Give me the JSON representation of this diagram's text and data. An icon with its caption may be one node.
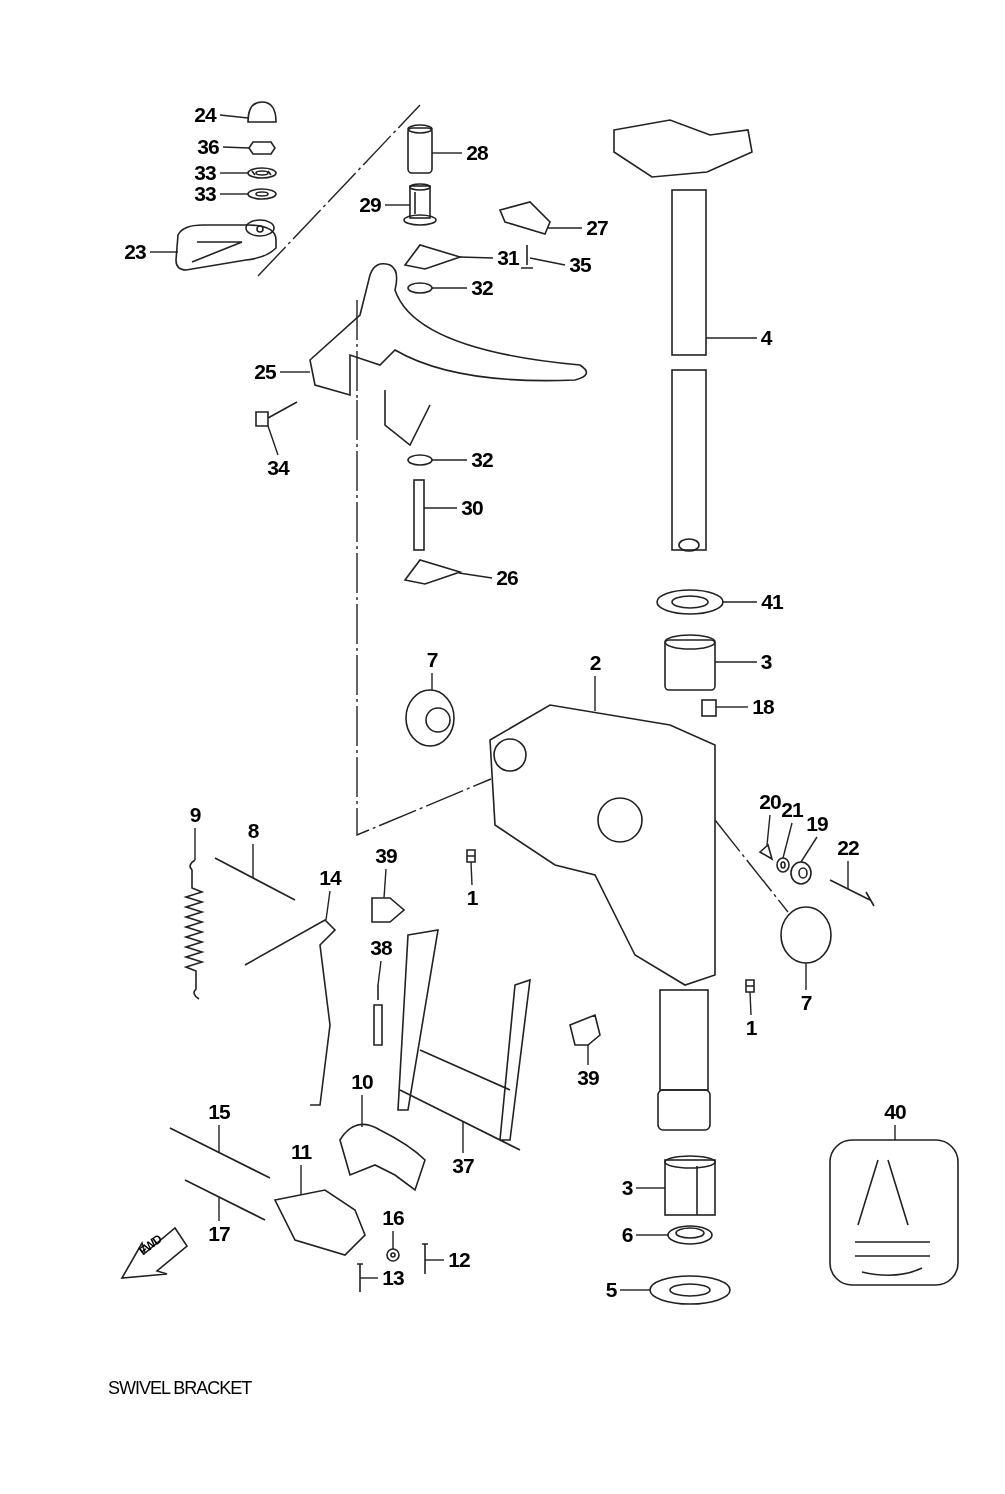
{
  "diagram": {
    "title": "SWIVEL BRACKET",
    "nodes": [
      {
        "text": [
          "24"
        ]
      },
      {
        "text": [
          "36"
        ]
      },
      {
        "text": [
          "28"
        ]
      },
      {
        "text": [
          "33"
        ]
      },
      {
        "text": [
          "29"
        ]
      },
      {
        "text": [
          "33"
        ]
      },
      {
        "text": [
          "27"
        ]
      },
      {
        "text": [
          "23"
        ]
      },
      {
        "text": [
          "31"
        ]
      },
      {
        "text": [
          "35"
        ]
      },
      {
        "text": [
          "32"
        ]
      },
      {
        "text": [
          "4"
        ]
      },
      {
        "text": [
          "25"
        ]
      },
      {
        "text": [
          "34"
        ]
      },
      {
        "text": [
          "32"
        ]
      },
      {
        "text": [
          "30"
        ]
      },
      {
        "text": [
          "26"
        ]
      },
      {
        "text": [
          "41"
        ]
      },
      {
        "text": [
          "7"
        ]
      },
      {
        "text": [
          "2"
        ]
      },
      {
        "text": [
          "3"
        ]
      },
      {
        "text": [
          "18"
        ]
      },
      {
        "text": [
          "20"
        ]
      },
      {
        "text": [
          "21"
        ]
      },
      {
        "text": [
          "9"
        ]
      },
      {
        "text": [
          "19"
        ]
      },
      {
        "text": [
          "8"
        ]
      },
      {
        "text": [
          "22"
        ]
      },
      {
        "text": [
          "39"
        ]
      },
      {
        "text": [
          "14"
        ]
      },
      {
        "text": [
          "1"
        ]
      },
      {
        "text": [
          "38"
        ]
      },
      {
        "text": [
          "7"
        ]
      },
      {
        "text": [
          "1"
        ]
      },
      {
        "text": [
          "39"
        ]
      },
      {
        "text": [
          "10"
        ]
      },
      {
        "text": [
          "15"
        ]
      },
      {
        "text": [
          "40"
        ]
      },
      {
        "text": [
          "11"
        ]
      },
      {
        "text": [
          "37"
        ]
      },
      {
        "text": [
          "3"
        ]
      },
      {
        "text": [
          "16"
        ]
      },
      {
        "text": [
          "17"
        ]
      },
      {
        "text": [
          "6"
        ]
      },
      {
        "text": [
          "12"
        ]
      },
      {
        "text": [
          "13"
        ]
      },
      {
        "text": [
          "5"
        ]
      },
      {
        "text": [],
        "shape": "picture"
      },
      {
        "text": [],
        "shape": "picture"
      },
      {
        "text": [],
        "shape": "picture"
      },
      {
        "text": [],
        "shape": "picture"
      },
      {
        "text": [],
        "shape": "picture"
      },
      {
        "text": [],
        "shape": "picture"
      },
      {
        "text": [],
        "shape": "picture"
      },
      {
        "text": [],
        "shape": "picture"
      },
      {
        "text": [],
        "shape": "picture"
      },
      {
        "text": [],
        "shape": "picture"
      },
      {
        "text": [],
        "shape": "picture"
      },
      {
        "text": [],
        "shape": "picture"
      },
      {
        "text": [],
        "shape": "picture"
      },
      {
        "text": [],
        "shape": "picture"
      },
      {
        "text": [],
        "shape": "picture"
      },
      {
        "text": [],
        "shape": "picture"
      },
      {
        "text": [],
        "shape": "picture"
      },
      {
        "text": [],
        "shape": "picture"
      },
      {
        "text": [],
        "shape": "picture"
      },
      {
        "text": [],
        "shape": "picture"
      },
      {
        "text": [],
        "shape": "picture"
      },
      {
        "text": [],
        "shape": "picture"
      },
      {
        "text": [],
        "shape": "picture"
      },
      {
        "text": [],
        "shape": "picture"
      },
      {
        "text": [],
        "shape": "picture"
      },
      {
        "text": [],
        "shape": "picture"
      },
      {
        "text": [],
        "shape": "picture"
      },
      {
        "text": [],
        "shape": "picture"
      },
      {
        "text": [],
        "shape": "picture"
      },
      {
        "text": [],
        "shape": "picture"
      },
      {
        "text": [],
        "shape": "picture"
      },
      {
        "text": [],
        "shape": "picture"
      },
      {
        "text": [],
        "shape": "picture"
      },
      {
        "text": [],
        "shape": "picture"
      },
      {
        "text": [],
        "shape": "picture"
      },
      {
        "text": [],
        "shape": "picture"
      },
      {
        "text": [],
        "shape": "picture"
      },
      {
        "text": [],
        "shape": "picture"
      },
      {
        "text": [],
        "shape": "picture"
      },
      {
        "text": [],
        "shape": "picture"
      },
      {
        "text": [],
        "shape": "picture"
      },
      {
        "text": [],
        "shape": "picture"
      },
      {
        "text": [],
        "shape": "picture"
      },
      {
        "text": [],
        "shape": "picture"
      },
      {
        "text": [],
        "shape": "picture"
      },
      {
        "text": [],
        "shape": "picture"
      },
      {
        "text": [],
        "shape": "picture"
      }
    ],
    "edges": [
      {
        "from": 0,
        "to": 47,
        "arrow": "none"
      },
      {
        "from": 1,
        "to": 48,
        "arrow": "none"
      },
      {
        "from": 2,
        "to": 49,
        "arrow": "none"
      },
      {
        "from": 3,
        "to": 50,
        "arrow": "none"
      },
      {
        "from": 4,
        "to": 51,
        "arrow": "none"
      },
      {
        "from": 5,
        "to": 52,
        "arrow": "none"
      },
      {
        "from": 6,
        "to": 53,
        "arrow": "none"
      },
      {
        "from": 7,
        "to": 54,
        "arrow": "none"
      },
      {
        "from": 8,
        "to": 55,
        "arrow": "none"
      },
      {
        "from": 9,
        "to": 56,
        "arrow": "none"
      },
      {
        "from": 10,
        "to": 57,
        "arrow": "none"
      },
      {
        "from": 11,
        "to": 58,
        "arrow": "none"
      },
      {
        "from": 12,
        "to": 59,
        "arrow": "none"
      },
      {
        "from": 13,
        "to": 60,
        "arrow": "none"
      },
      {
        "from": 14,
        "to": 61,
        "arrow": "none"
      },
      {
        "from": 15,
        "to": 62,
        "arrow": "none"
      },
      {
        "from": 16,
        "to": 63,
        "arrow": "none"
      },
      {
        "from": 17,
        "to": 64,
        "arrow": "none"
      },
      {
        "from": 18,
        "to": 65,
        "arrow": "none"
      },
      {
        "from": 19,
        "to": 66,
        "arrow": "none"
      },
      {
        "from": 20,
        "to": 67,
        "arrow": "none"
      },
      {
        "from": 21,
        "to": 68,
        "arrow": "none"
      },
      {
        "from": 22,
        "to": 69,
        "arrow": "none"
      },
      {
        "from": 23,
        "to": 70,
        "arrow": "none"
      },
      {
        "from": 24,
        "to": 71,
        "arrow": "none"
      },
      {
        "from": 25,
        "to": 72,
        "arrow": "none"
      },
      {
        "from": 26,
        "to": 73,
        "arrow": "none"
      },
      {
        "from": 27,
        "to": 74,
        "arrow": "none"
      },
      {
        "from": 28,
        "to": 75,
        "arrow": "none"
      },
      {
        "from": 29,
        "to": 76,
        "arrow": "none"
      },
      {
        "from": 30,
        "to": 77,
        "arrow": "none"
      },
      {
        "from": 31,
        "to": 78,
        "arrow": "none"
      },
      {
        "from": 32,
        "to": 79,
        "arrow": "none"
      },
      {
        "from": 33,
        "to": 80,
        "arrow": "none"
      },
      {
        "from": 34,
        "to": 81,
        "arrow": "none"
      },
      {
        "from": 35,
        "to": 82,
        "arrow": "none"
      },
      {
        "from": 36,
        "to": 83,
        "arrow": "none"
      },
      {
        "from": 37,
        "to": 84,
        "arrow": "none"
      },
      {
        "from": 38,
        "to": 85,
        "arrow": "none"
      },
      {
        "from": 39,
        "to": 86,
        "arrow": "none"
      },
      {
        "from": 40,
        "to": 87,
        "arrow": "none"
      },
      {
        "from": 41,
        "to": 88,
        "arrow": "none"
      },
      {
        "from": 42,
        "to": 89,
        "arrow": "none"
      },
      {
        "from": 43,
        "to": 90,
        "arrow": "none"
      },
      {
        "from": 44,
        "to": 91,
        "arrow": "none"
      },
      {
        "from": 45,
        "to": 92,
        "arrow": "none"
      },
      {
        "from": 46,
        "to": 93,
        "arrow": "none"
      },
      {
        "from": 59,
        "to": 66,
        "arrow": "none",
        "style": "dashed"
      },
      {
        "from": 66,
        "to": 79,
        "arrow": "none",
        "style": "dashed"
      }
    ],
    "labels": [
      "FWD"
    ]
  }
}
